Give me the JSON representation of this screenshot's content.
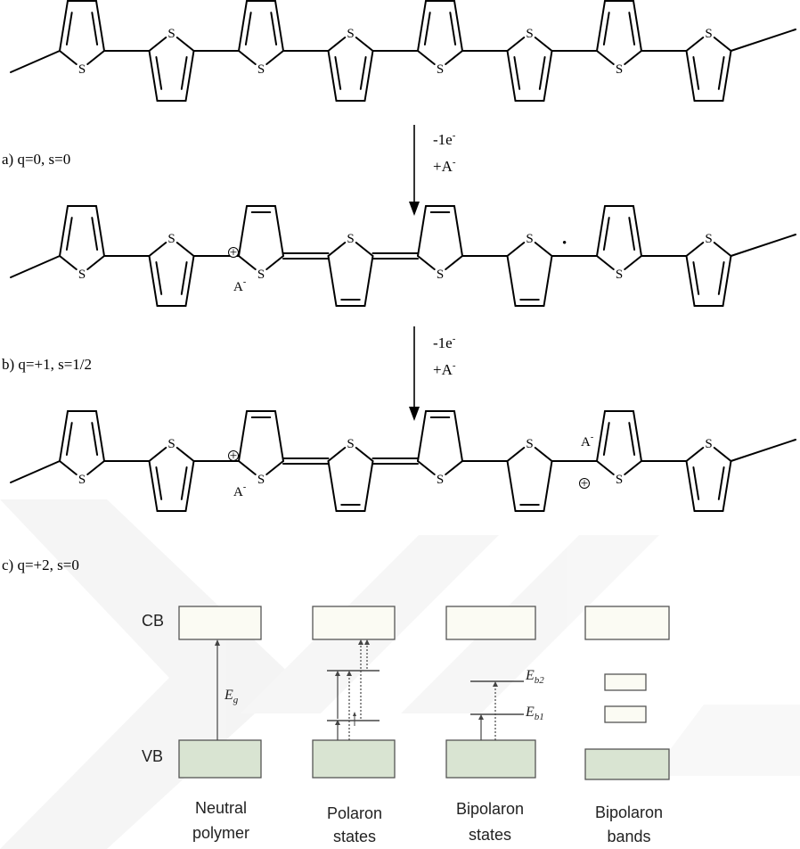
{
  "colors": {
    "conduction_band_fill": "#fbfbf3",
    "valence_band_fill": "#d9e4d2",
    "line": "#000000",
    "watermark": "#f0f0f0"
  },
  "chem": {
    "atom_symbol": "S",
    "stages": [
      {
        "caption": "a) q=0, s=0"
      },
      {
        "caption": "b) q=+1, s=1/2"
      },
      {
        "caption": "c) q=+2, s=0"
      }
    ],
    "reactions": [
      {
        "line1": "-1e",
        "line1_sup": "-",
        "line2": "+A",
        "line2_sup": "-"
      },
      {
        "line1": "-1e",
        "line1_sup": "-",
        "line2": "+A",
        "line2_sup": "-"
      }
    ],
    "counterion": {
      "base": "A",
      "sup": "-"
    },
    "plus_symbol": "+",
    "radical_symbol": "•"
  },
  "bands": {
    "cb_label": "CB",
    "vb_label": "VB",
    "gap_energy": {
      "base": "E",
      "sub": "g"
    },
    "bipolaron_levels": [
      {
        "base": "E",
        "sub": "b2"
      },
      {
        "base": "E",
        "sub": "b1"
      }
    ],
    "columns": [
      {
        "line1": "Neutral",
        "line2": "polymer"
      },
      {
        "line1": "Polaron",
        "line2": "states"
      },
      {
        "line1": "Bipolaron",
        "line2": "states"
      },
      {
        "line1": "Bipolaron",
        "line2": "bands"
      }
    ]
  }
}
